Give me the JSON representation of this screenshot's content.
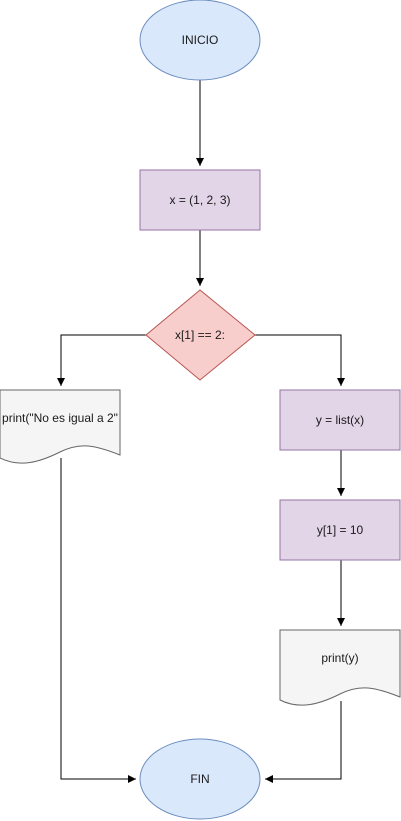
{
  "nodes": {
    "start": {
      "label": "INICIO",
      "shape": "ellipse"
    },
    "assign_x": {
      "label": "x = (1, 2, 3)",
      "shape": "process"
    },
    "decision": {
      "label": "x[1] == 2:",
      "shape": "decision"
    },
    "print_no": {
      "label": "print(\"No es igual a 2\"",
      "shape": "document"
    },
    "to_list": {
      "label": "y = list(x)",
      "shape": "process"
    },
    "set_item": {
      "label": "y[1] = 10",
      "shape": "process"
    },
    "print_y": {
      "label": "print(y)",
      "shape": "document"
    },
    "end": {
      "label": "FIN",
      "shape": "ellipse"
    }
  },
  "colors": {
    "terminal_fill": "#dae8fc",
    "terminal_stroke": "#6c8ebf",
    "process_fill": "#e1d5e7",
    "process_stroke": "#9673a6",
    "decision_fill": "#f8cecc",
    "decision_stroke": "#b85450",
    "document_fill": "#f5f5f5",
    "document_stroke": "#666666",
    "edge": "#000000"
  }
}
